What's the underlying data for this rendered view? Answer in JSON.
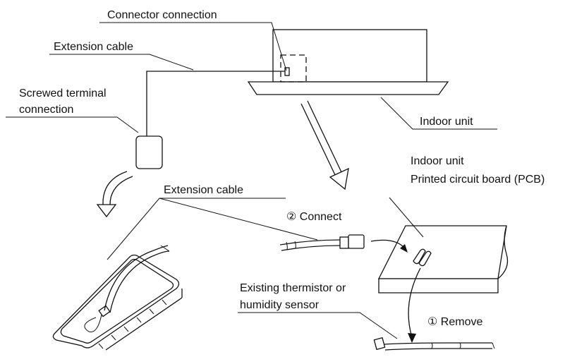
{
  "labels": {
    "connector_connection": "Connector connection",
    "extension_cable_top": "Extension cable",
    "screwed_terminal_line1": "Screwed terminal",
    "screwed_terminal_line2": "connection",
    "indoor_unit": "Indoor unit",
    "pcb_line1": "Indoor unit",
    "pcb_line2": "Printed circuit board (PCB)",
    "extension_cable_mid": "Extension cable",
    "connect_step": "② Connect",
    "existing_line1": "Existing thermistor or",
    "existing_line2": "humidity sensor",
    "remove_step": "① Remove"
  },
  "colors": {
    "line": "#111111",
    "background": "#ffffff"
  }
}
